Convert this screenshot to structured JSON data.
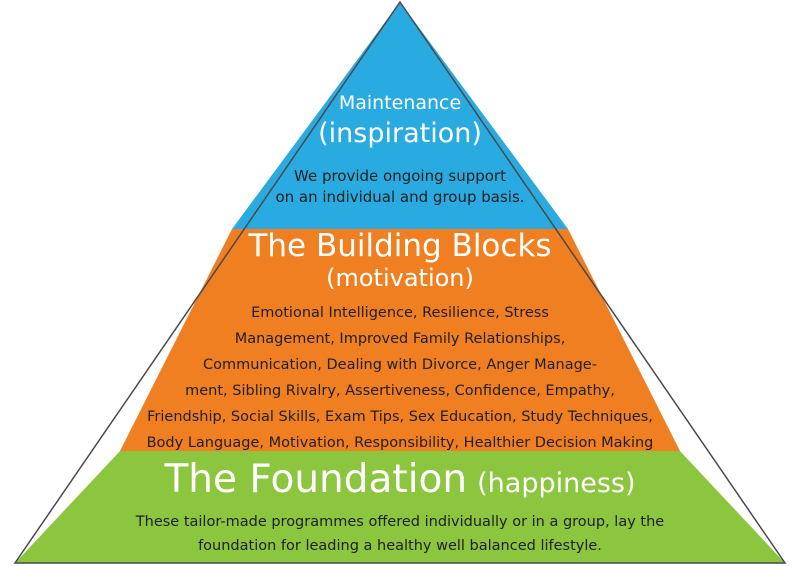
{
  "colors": {
    "top": "#29ABE2",
    "middle": "#F07F22",
    "bottom": "#8CC63F",
    "outline": "#4a4a4a"
  },
  "tiers": [
    {
      "name": "Maintenance",
      "subtitle": "(inspiration)",
      "description_lines": [
        "We provide ongoing support",
        "on an individual and group basis."
      ]
    },
    {
      "name": "The Building Blocks",
      "subtitle": "(motivation)",
      "description_lines": [
        "Emotional Intelligence, Resilience, Stress",
        "Management, Improved Family Relationships,",
        "Communication, Dealing with Divorce,  Anger Manage-",
        "ment, Sibling Rivalry, Assertiveness, Confidence, Empathy,",
        "Friendship, Social Skills, Exam Tips, Sex Education, Study Techniques,",
        "Body Language, Motivation, Responsibility, Healthier Decision Making"
      ]
    },
    {
      "name": "The Foundation",
      "subtitle": "(happiness)",
      "description_lines": [
        "These tailor-made programmes offered individually or in a group, lay the",
        "foundation for leading a healthy well balanced lifestyle."
      ]
    }
  ]
}
